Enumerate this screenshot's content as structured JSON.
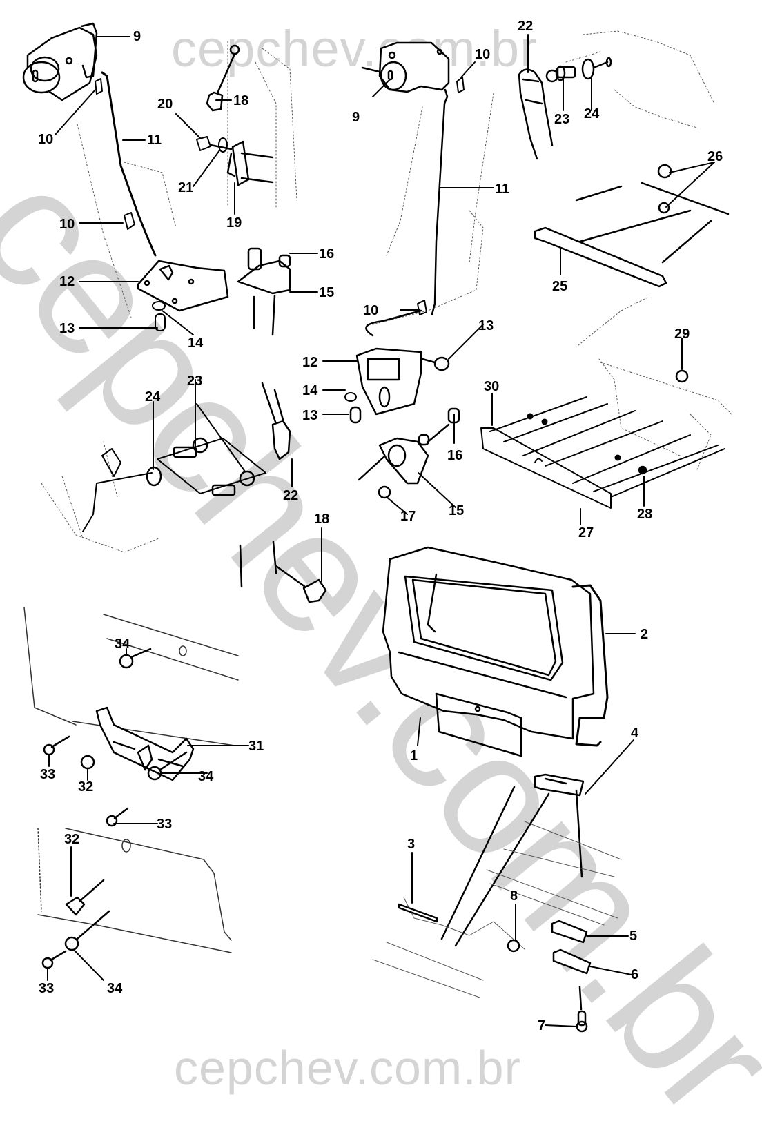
{
  "diagram": {
    "type": "exploded parts diagram",
    "subject": "rear liftgate / tailgate assembly, lock cylinder, latch, striker, gas strut and trim",
    "watermark": {
      "top": "cepchev.com.br",
      "diagonal": "cepchev.com.br",
      "bottom": "cepchev.com.br",
      "color": "#d4d4d4"
    },
    "line_color": "#000000",
    "callouts": [
      {
        "id": "c9a",
        "number": "9"
      },
      {
        "id": "c10a",
        "number": "10"
      },
      {
        "id": "c11a",
        "number": "11"
      },
      {
        "id": "c10b",
        "number": "10"
      },
      {
        "id": "c12a",
        "number": "12"
      },
      {
        "id": "c13a",
        "number": "13"
      },
      {
        "id": "c14a",
        "number": "14"
      },
      {
        "id": "c18a",
        "number": "18"
      },
      {
        "id": "c20",
        "number": "20"
      },
      {
        "id": "c21",
        "number": "21"
      },
      {
        "id": "c19",
        "number": "19"
      },
      {
        "id": "c16a",
        "number": "16"
      },
      {
        "id": "c15a",
        "number": "15"
      },
      {
        "id": "c9b",
        "number": "9"
      },
      {
        "id": "c10c",
        "number": "10"
      },
      {
        "id": "c11b",
        "number": "11"
      },
      {
        "id": "c10d",
        "number": "10"
      },
      {
        "id": "c22a",
        "number": "22"
      },
      {
        "id": "c23a",
        "number": "23"
      },
      {
        "id": "c24a",
        "number": "24"
      },
      {
        "id": "c26",
        "number": "26"
      },
      {
        "id": "c25",
        "number": "25"
      },
      {
        "id": "c13b",
        "number": "13"
      },
      {
        "id": "c12b",
        "number": "12"
      },
      {
        "id": "c14b",
        "number": "14"
      },
      {
        "id": "c13c",
        "number": "13"
      },
      {
        "id": "c16b",
        "number": "16"
      },
      {
        "id": "c15b",
        "number": "15"
      },
      {
        "id": "c17",
        "number": "17"
      },
      {
        "id": "c24b",
        "number": "24"
      },
      {
        "id": "c23b",
        "number": "23"
      },
      {
        "id": "c22b",
        "number": "22"
      },
      {
        "id": "c18b",
        "number": "18"
      },
      {
        "id": "c29",
        "number": "29"
      },
      {
        "id": "c30",
        "number": "30"
      },
      {
        "id": "c27",
        "number": "27"
      },
      {
        "id": "c28",
        "number": "28"
      },
      {
        "id": "c2",
        "number": "2"
      },
      {
        "id": "c1",
        "number": "1"
      },
      {
        "id": "c4",
        "number": "4"
      },
      {
        "id": "c34a",
        "number": "34"
      },
      {
        "id": "c31",
        "number": "31"
      },
      {
        "id": "c33a",
        "number": "33"
      },
      {
        "id": "c32a",
        "number": "32"
      },
      {
        "id": "c34b",
        "number": "34"
      },
      {
        "id": "c33b",
        "number": "33"
      },
      {
        "id": "c32b",
        "number": "32"
      },
      {
        "id": "c33c",
        "number": "33"
      },
      {
        "id": "c34c",
        "number": "34"
      },
      {
        "id": "c3",
        "number": "3"
      },
      {
        "id": "c8",
        "number": "8"
      },
      {
        "id": "c5",
        "number": "5"
      },
      {
        "id": "c6",
        "number": "6"
      },
      {
        "id": "c7",
        "number": "7"
      }
    ]
  }
}
